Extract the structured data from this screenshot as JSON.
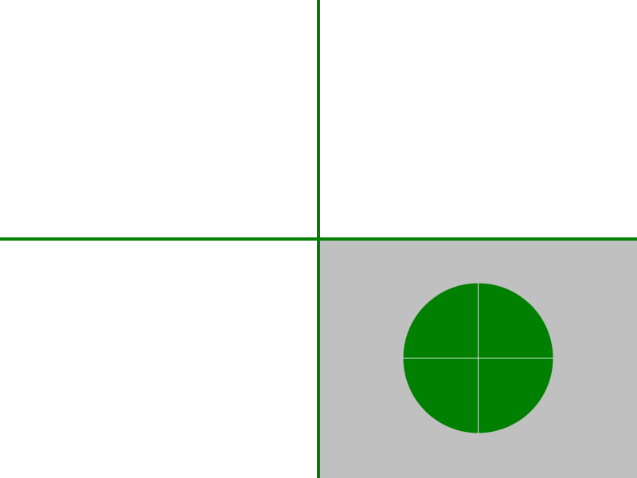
{
  "colors": {
    "background": "#ffffff",
    "divider": "#008000",
    "highlight": "#c0c0c0",
    "target_fill": "#008000",
    "crosshair": "#d8e8d8"
  },
  "highlighted_quadrant": "bottom-right",
  "target": {
    "shape": "circle",
    "icon": "crosshair-target-icon",
    "quadrant": "bottom-right"
  }
}
